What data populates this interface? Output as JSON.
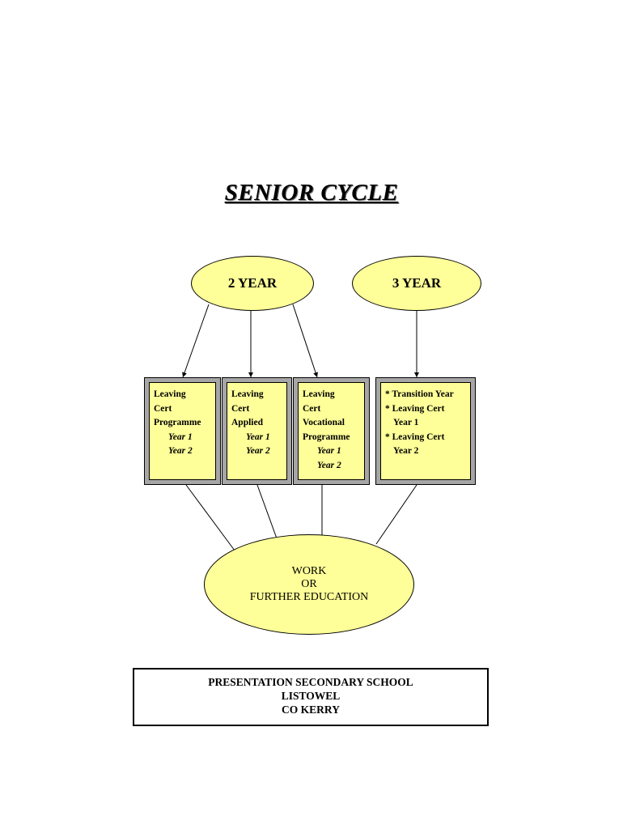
{
  "title": "SENIOR CYCLE",
  "ellipses": {
    "two_year": "2  YEAR",
    "three_year": "3  YEAR",
    "work": [
      "WORK",
      "OR",
      "FURTHER EDUCATION"
    ]
  },
  "boxes": {
    "lcp": [
      "Leaving",
      "Cert",
      "Programme",
      "Year 1",
      "Year 2"
    ],
    "lca": [
      "Leaving",
      "Cert",
      "Applied",
      "Year 1",
      "Year 2"
    ],
    "lcvp": [
      "Leaving",
      "Cert",
      "Vocational",
      "Programme",
      "Year 1",
      "Year 2"
    ],
    "three_year": [
      "* Transition  Year",
      "* Leaving Cert",
      "Year 1",
      "* Leaving Cert",
      "Year 2"
    ]
  },
  "footer": [
    "PRESENTATION SECONDARY  SCHOOL",
    "LISTOWEL",
    "CO  KERRY"
  ],
  "colors": {
    "fill": "#ffff99",
    "box_border": "#a6a6a6"
  }
}
